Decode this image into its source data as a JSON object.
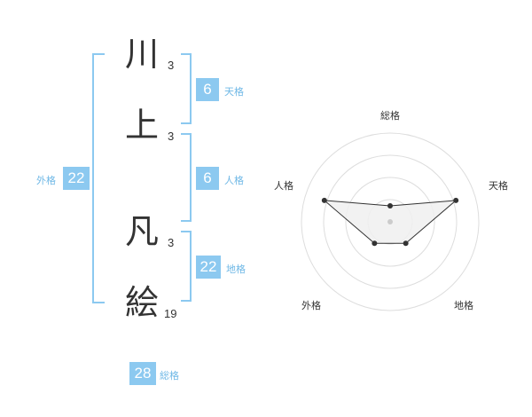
{
  "name": {
    "chars": [
      {
        "char": "川",
        "strokes": "3"
      },
      {
        "char": "上",
        "strokes": "3"
      },
      {
        "char": "凡",
        "strokes": "3"
      },
      {
        "char": "絵",
        "strokes": "19"
      }
    ]
  },
  "fortune": {
    "tenkaku": {
      "value": "6",
      "label": "天格"
    },
    "jinkaku": {
      "value": "6",
      "label": "人格"
    },
    "chikaku": {
      "value": "22",
      "label": "地格"
    },
    "gaikaku": {
      "value": "22",
      "label": "外格"
    },
    "soukaku": {
      "value": "28",
      "label": "総格"
    }
  },
  "chart_data": {
    "type": "radar",
    "axes": [
      "総格",
      "天格",
      "地格",
      "外格",
      "人格"
    ],
    "values": [
      0.18,
      0.78,
      0.3,
      0.3,
      0.78
    ],
    "range": [
      0,
      1
    ],
    "rings": 4,
    "colors": {
      "fill": "#f0f0f0",
      "line": "#333333",
      "grid": "#dddddd",
      "center": "#cccccc"
    }
  },
  "colors": {
    "accent": "#8cc9f0",
    "accent_text": "#6fb8e6"
  }
}
